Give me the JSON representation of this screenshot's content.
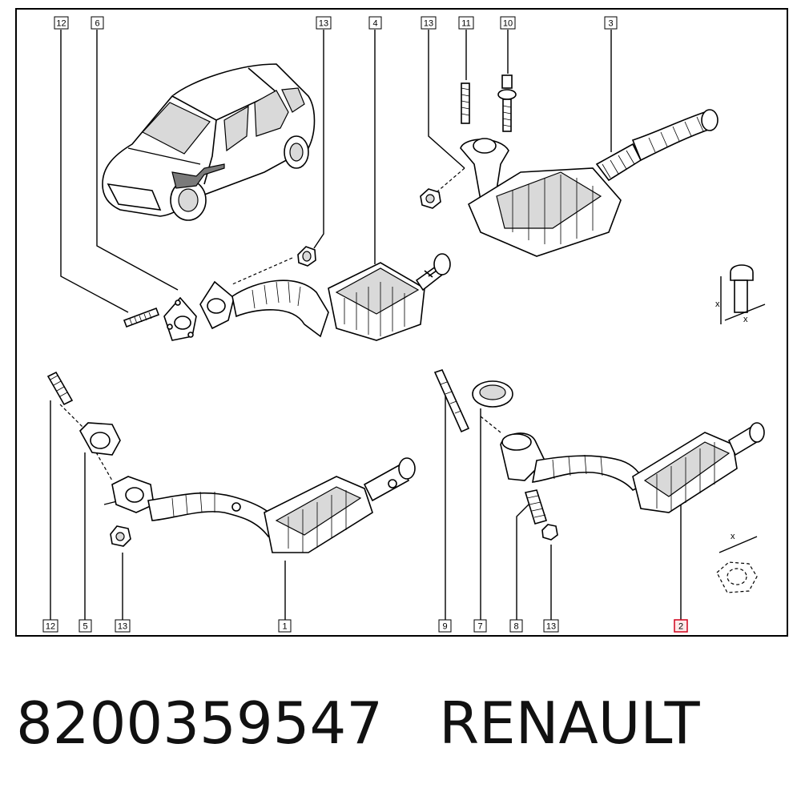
{
  "diagram": {
    "callouts_top": [
      {
        "id": "c12a",
        "label": "12"
      },
      {
        "id": "c6",
        "label": "6"
      },
      {
        "id": "c13a",
        "label": "13"
      },
      {
        "id": "c4",
        "label": "4"
      },
      {
        "id": "c13b",
        "label": "13"
      },
      {
        "id": "c11",
        "label": "11"
      },
      {
        "id": "c10",
        "label": "10"
      },
      {
        "id": "c3",
        "label": "3"
      }
    ],
    "callouts_bottom": [
      {
        "id": "c12b",
        "label": "12"
      },
      {
        "id": "c5",
        "label": "5"
      },
      {
        "id": "c13c",
        "label": "13"
      },
      {
        "id": "c1",
        "label": "1"
      },
      {
        "id": "c9",
        "label": "9"
      },
      {
        "id": "c7",
        "label": "7"
      },
      {
        "id": "c8",
        "label": "8"
      },
      {
        "id": "c13d",
        "label": "13"
      },
      {
        "id": "c2",
        "label": "2",
        "highlighted": true
      }
    ],
    "dimension_mark": "x",
    "highlight_color": "#d0021b"
  },
  "caption": {
    "part_number": "8200359547",
    "brand": "RENAULT"
  }
}
